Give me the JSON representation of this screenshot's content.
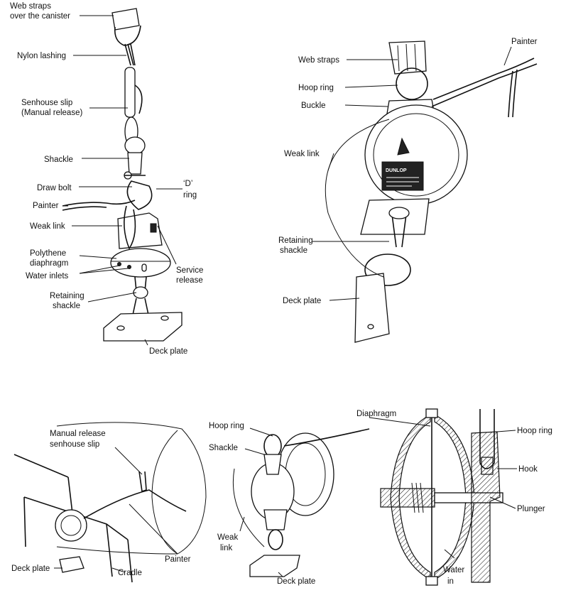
{
  "figure_a": {
    "labels": {
      "web_straps": "Web straps",
      "over_canister": "over the canister",
      "nylon_lashing": "Nylon lashing",
      "senhouse_slip": "Senhouse slip",
      "manual_release": "(Manual release)",
      "shackle": "Shackle",
      "draw_bolt": "Draw bolt",
      "d_ring_1": "‘D’",
      "d_ring_2": "ring",
      "painter": "Painter",
      "weak_link": "Weak link",
      "polythene": "Polythene",
      "diaphragm": "diaphragm",
      "water_inlets": "Water inlets",
      "service": "Service",
      "release": "release",
      "retaining": "Retaining",
      "shackle2": "shackle",
      "deck_plate": "Deck plate"
    }
  },
  "figure_b": {
    "labels": {
      "web_straps": "Web straps",
      "painter": "Painter",
      "hoop_ring": "Hoop ring",
      "buckle": "Buckle",
      "weak_link": "Weak link",
      "retaining": "Retaining",
      "shackle": "shackle",
      "deck_plate": "Deck plate"
    },
    "plate_text": [
      "DUNLOP"
    ]
  },
  "figure_c": {
    "labels": {
      "manual_release": "Manual release",
      "senhouse_slip": "senhouse slip",
      "painter": "Painter",
      "deck_plate": "Deck plate",
      "cradle": "Cradle"
    }
  },
  "figure_d": {
    "labels": {
      "hoop_ring": "Hoop ring",
      "shackle": "Shackle",
      "weak": "Weak",
      "link": "link",
      "deck_plate": "Deck plate"
    }
  },
  "figure_e": {
    "labels": {
      "diaphragm": "Diaphragm",
      "hoop_ring": "Hoop ring",
      "hook": "Hook",
      "plunger": "Plunger",
      "water": "Water",
      "in": "in"
    }
  }
}
